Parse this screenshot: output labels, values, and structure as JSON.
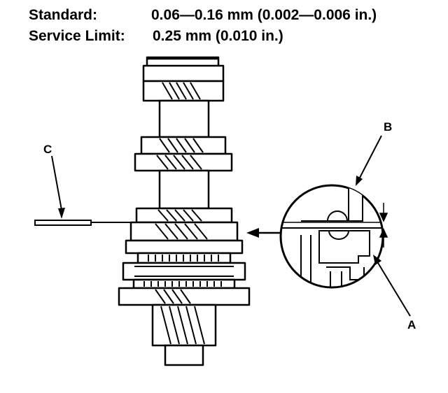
{
  "specs": {
    "standard_label": "Standard:",
    "standard_value": "0.06—0.16 mm (0.002—0.006 in.)",
    "service_limit_label": "Service Limit:",
    "service_limit_value": "0.25 mm (0.010 in.)"
  },
  "callouts": {
    "a": "A",
    "b": "B",
    "c": "C"
  }
}
